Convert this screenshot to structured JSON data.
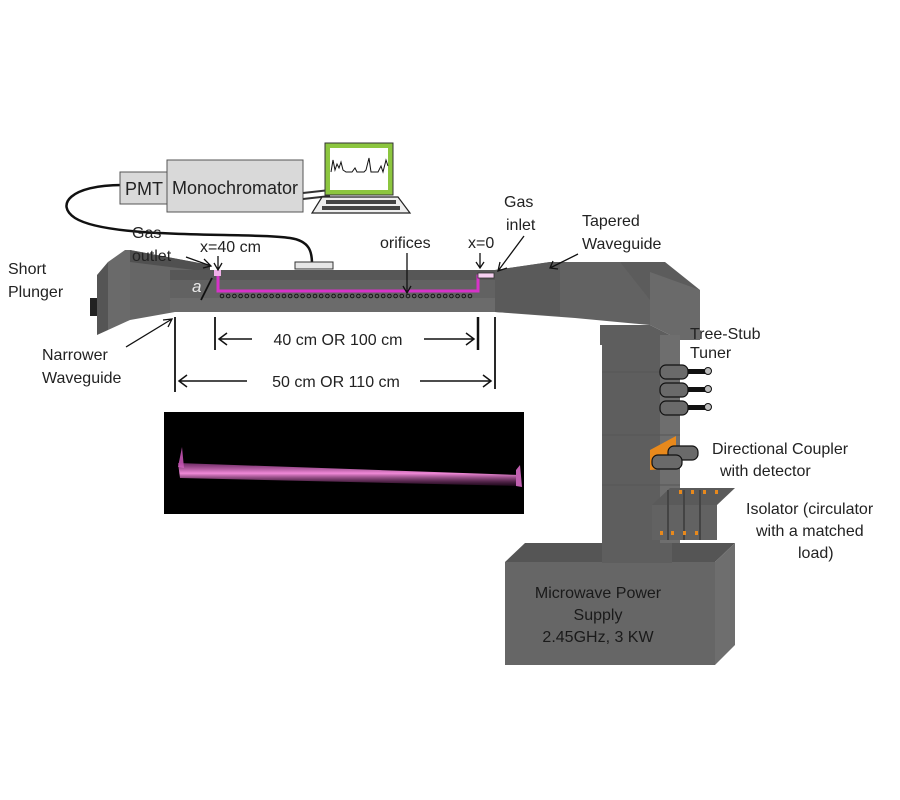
{
  "diagram": {
    "instruments": {
      "pmt": "PMT",
      "monochromator": "Monochromator"
    },
    "labels": {
      "short_plunger": [
        "Short",
        "Plunger"
      ],
      "gas_outlet": [
        "Gas",
        "outlet"
      ],
      "x40": "x=40 cm",
      "orifices": "orifices",
      "x0": "x=0",
      "gas_inlet": [
        "Gas",
        "inlet"
      ],
      "tapered_waveguide": [
        "Tapered",
        "Waveguide"
      ],
      "narrower_waveguide": [
        "Narrower",
        "Waveguide"
      ],
      "a_symbol": "a",
      "tree_stub_tuner": [
        "Tree-Stub",
        "Tuner"
      ],
      "directional_coupler": [
        "Directional Coupler",
        "with detector"
      ],
      "isolator": [
        "Isolator (circulator",
        "with a matched",
        "load)"
      ],
      "power_supply": [
        "Microwave Power",
        "Supply",
        "2.45GHz,  3 KW"
      ]
    },
    "dimensions": {
      "inner": "40 cm  OR 100 cm",
      "outer": "50 cm  OR 110 cm"
    },
    "colors": {
      "waveguide": "#5f5f5f",
      "waveguide_dark": "#4a4a4a",
      "waveguide_light": "#6e6e6e",
      "plasma_tube": "#d633c8",
      "instrument_fill": "#d9d9d9",
      "laptop_frame": "#8cc63f",
      "orange_accent": "#e8891c",
      "plasma_photo_bg": "#000000",
      "plasma_glow": "#e070c8"
    }
  }
}
